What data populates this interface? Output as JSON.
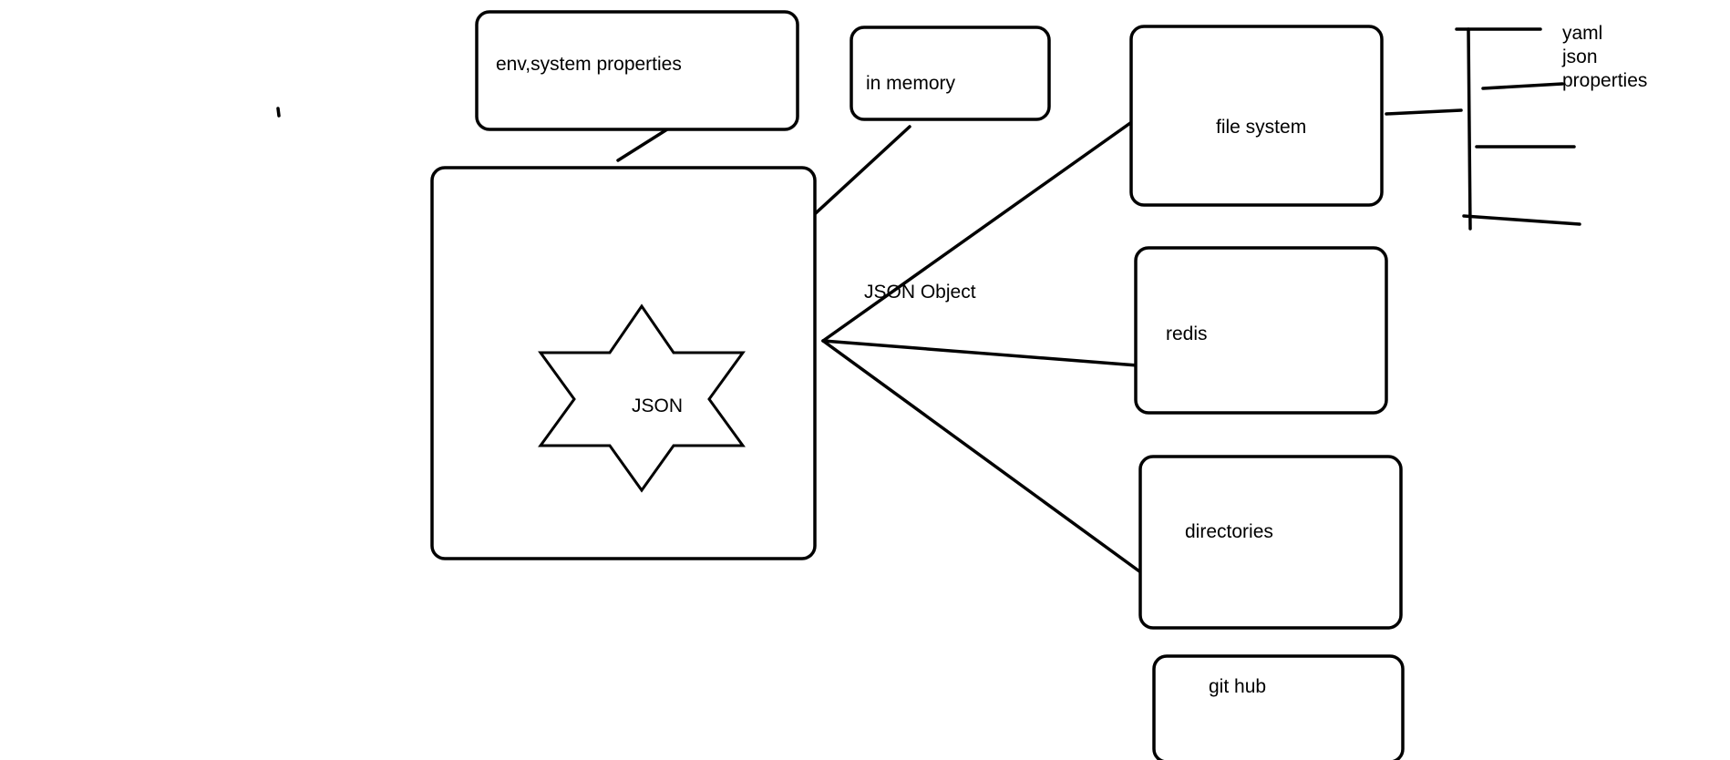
{
  "colors": {
    "stroke": "#000000",
    "background": "#ffffff"
  },
  "nodes": {
    "env": "env,system properties",
    "memory": "in memory",
    "json": "JSON",
    "file_system": "file system",
    "redis": "redis",
    "directories": "directories",
    "git_hub": "git hub"
  },
  "edge_label": "JSON Object",
  "formats": [
    "yaml",
    "json",
    "properties"
  ]
}
